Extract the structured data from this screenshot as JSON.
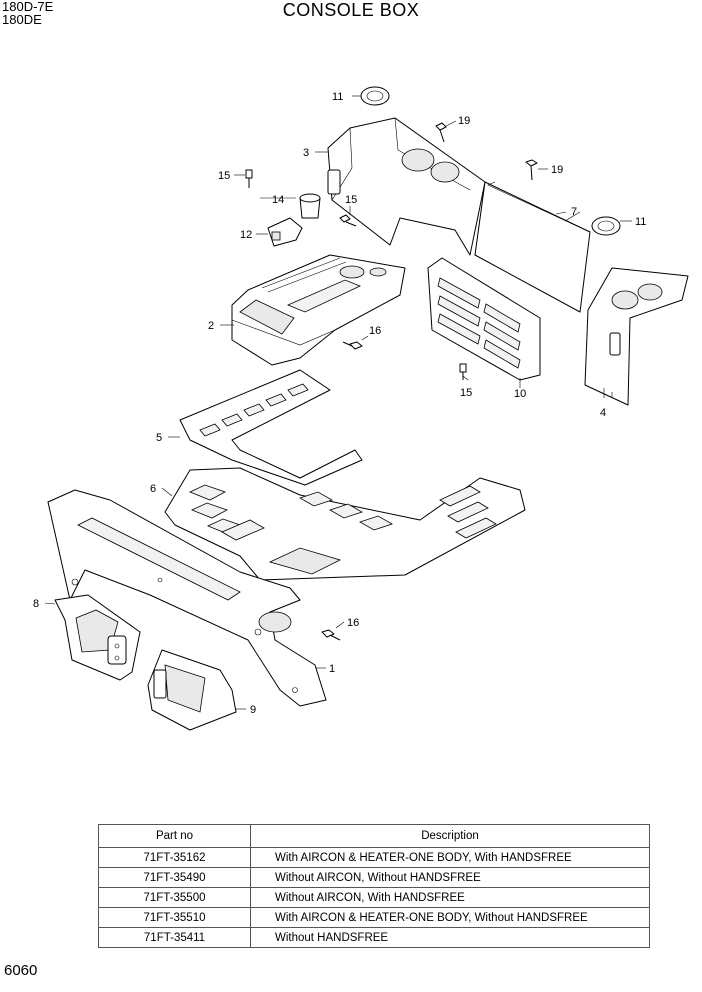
{
  "header": {
    "model_line1": "180D-7E",
    "model_line2": "180DE",
    "title": "CONSOLE BOX"
  },
  "callouts": [
    "11",
    "19",
    "3",
    "15",
    "14",
    "15",
    "12",
    "19",
    "7",
    "11",
    "2",
    "16",
    "15",
    "10",
    "4",
    "5",
    "6",
    "8",
    "16",
    "1",
    "9"
  ],
  "parts_table": {
    "headers": [
      "Part no",
      "Description"
    ],
    "rows": [
      {
        "part_no": "71FT-35162",
        "description": "With AIRCON & HEATER-ONE BODY, With HANDSFREE"
      },
      {
        "part_no": "71FT-35490",
        "description": "Without AIRCON, Without HANDSFREE"
      },
      {
        "part_no": "71FT-35500",
        "description": "Without AIRCON, With HANDSFREE"
      },
      {
        "part_no": "71FT-35510",
        "description": "With AIRCON & HEATER-ONE BODY, Without HANDSFREE"
      },
      {
        "part_no": "71FT-35411",
        "description": "Without HANDSFREE"
      }
    ]
  },
  "footer": {
    "page_number": "6060"
  }
}
